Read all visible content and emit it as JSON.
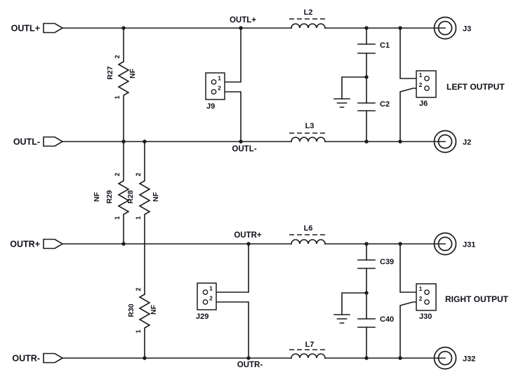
{
  "colors": {
    "wire": "#1c1c1c",
    "text": "#101018",
    "background": "#ffffff"
  },
  "ports": {
    "outl_plus": {
      "label": "OUTL+"
    },
    "outl_minus": {
      "label": "OUTL-"
    },
    "outr_plus": {
      "label": "OUTR+"
    },
    "outr_minus": {
      "label": "OUTR-"
    }
  },
  "nets": {
    "outl_plus": "OUTL+",
    "outl_minus": "OUTL-",
    "outr_plus": "OUTR+",
    "outr_minus": "OUTR-"
  },
  "resistors": {
    "r27": {
      "name": "R27",
      "value": "NF",
      "pin_top": "2",
      "pin_bottom": "1"
    },
    "r29": {
      "name": "R29",
      "value": "NF",
      "pin_top": "2",
      "pin_bottom": "1"
    },
    "r28": {
      "name": "R28",
      "value": "NF",
      "pin_top": "2",
      "pin_bottom": "1"
    },
    "r30": {
      "name": "R30",
      "value": "NF",
      "pin_top": "2",
      "pin_bottom": "1"
    }
  },
  "inductors": {
    "l2": "L2",
    "l3": "L3",
    "l6": "L6",
    "l7": "L7"
  },
  "capacitors": {
    "c1": "C1",
    "c2": "C2",
    "c39": "C39",
    "c40": "C40"
  },
  "headers": {
    "j9": {
      "name": "J9",
      "pin1": "1",
      "pin2": "2"
    },
    "j6": {
      "name": "J6",
      "pin1": "1",
      "pin2": "2"
    },
    "j29": {
      "name": "J29",
      "pin1": "1",
      "pin2": "2"
    },
    "j30": {
      "name": "J30",
      "pin1": "1",
      "pin2": "2"
    }
  },
  "jacks": {
    "j3": "J3",
    "j2": "J2",
    "j31": "J31",
    "j32": "J32"
  },
  "output_labels": {
    "left": "LEFT OUTPUT",
    "right": "RIGHT OUTPUT"
  }
}
